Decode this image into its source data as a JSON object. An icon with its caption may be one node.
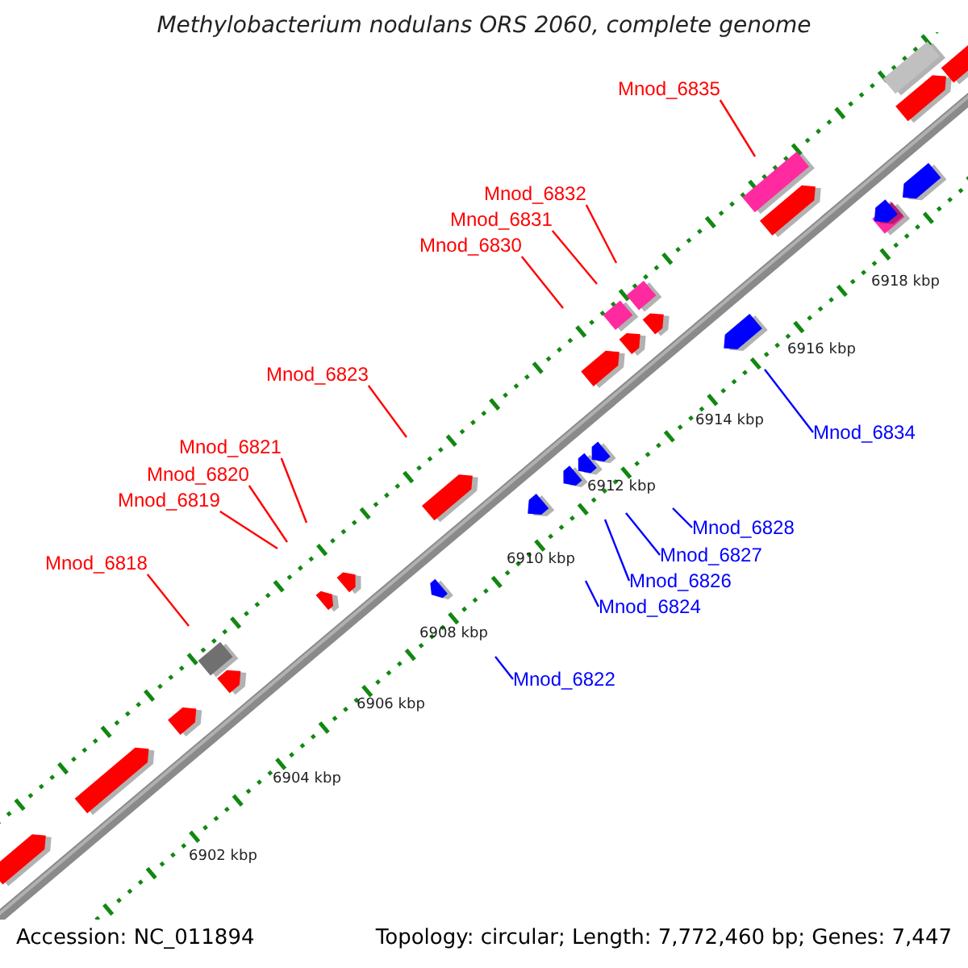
{
  "diagram": {
    "title": "Methylobacterium nodulans ORS 2060, complete genome",
    "nodes": [
      {
        "text": [
          "Mnod_6835"
        ]
      },
      {
        "text": [
          "Mnod_6832"
        ]
      },
      {
        "text": [
          "Mnod_6831"
        ]
      },
      {
        "text": [
          "Mnod_6830"
        ]
      },
      {
        "text": [
          "Mnod_6823"
        ]
      },
      {
        "text": [
          "Mnod_6821"
        ]
      },
      {
        "text": [
          "Mnod_6820"
        ]
      },
      {
        "text": [
          "Mnod_6819"
        ]
      },
      {
        "text": [
          "Mnod_6818"
        ]
      },
      {
        "text": [
          "Mnod_6834"
        ]
      },
      {
        "text": [
          "Mnod_6828"
        ]
      },
      {
        "text": [
          "Mnod_6827"
        ]
      },
      {
        "text": [
          "Mnod_6826"
        ]
      },
      {
        "text": [
          "Mnod_6824"
        ]
      },
      {
        "text": [
          "Mnod_6822"
        ]
      }
    ],
    "edges": [
      {
        "from": 0,
        "to": null,
        "arrow": "none"
      },
      {
        "from": 1,
        "to": null,
        "arrow": "none"
      },
      {
        "from": 2,
        "to": null,
        "arrow": "none"
      },
      {
        "from": 3,
        "to": null,
        "arrow": "none"
      },
      {
        "from": 4,
        "to": null,
        "arrow": "none"
      },
      {
        "from": 5,
        "to": null,
        "arrow": "none"
      },
      {
        "from": 6,
        "to": null,
        "arrow": "none"
      },
      {
        "from": 7,
        "to": null,
        "arrow": "none"
      },
      {
        "from": 8,
        "to": null,
        "arrow": "none"
      },
      {
        "from": 9,
        "to": null,
        "arrow": "none",
        "color": "#0000ff"
      },
      {
        "from": 10,
        "to": null,
        "arrow": "none",
        "color": "#0000ff"
      },
      {
        "from": 11,
        "to": null,
        "arrow": "none",
        "color": "#0000ff"
      },
      {
        "from": 12,
        "to": null,
        "arrow": "none",
        "color": "#0000ff"
      },
      {
        "from": 13,
        "to": null,
        "arrow": "none",
        "color": "#0000ff"
      },
      {
        "from": 14,
        "to": null,
        "arrow": "none",
        "color": "#0000ff"
      }
    ],
    "labels": [
      "6918 kbp",
      "6916 kbp",
      "6914 kbp",
      "6912 kbp",
      "6910 kbp",
      "6908 kbp",
      "6906 kbp",
      "6904 kbp",
      "6902 kbp",
      "Accession: NC_011894",
      "Topology: circular; Length: 7,772,460 bp; Genes: 7,447"
    ]
  }
}
